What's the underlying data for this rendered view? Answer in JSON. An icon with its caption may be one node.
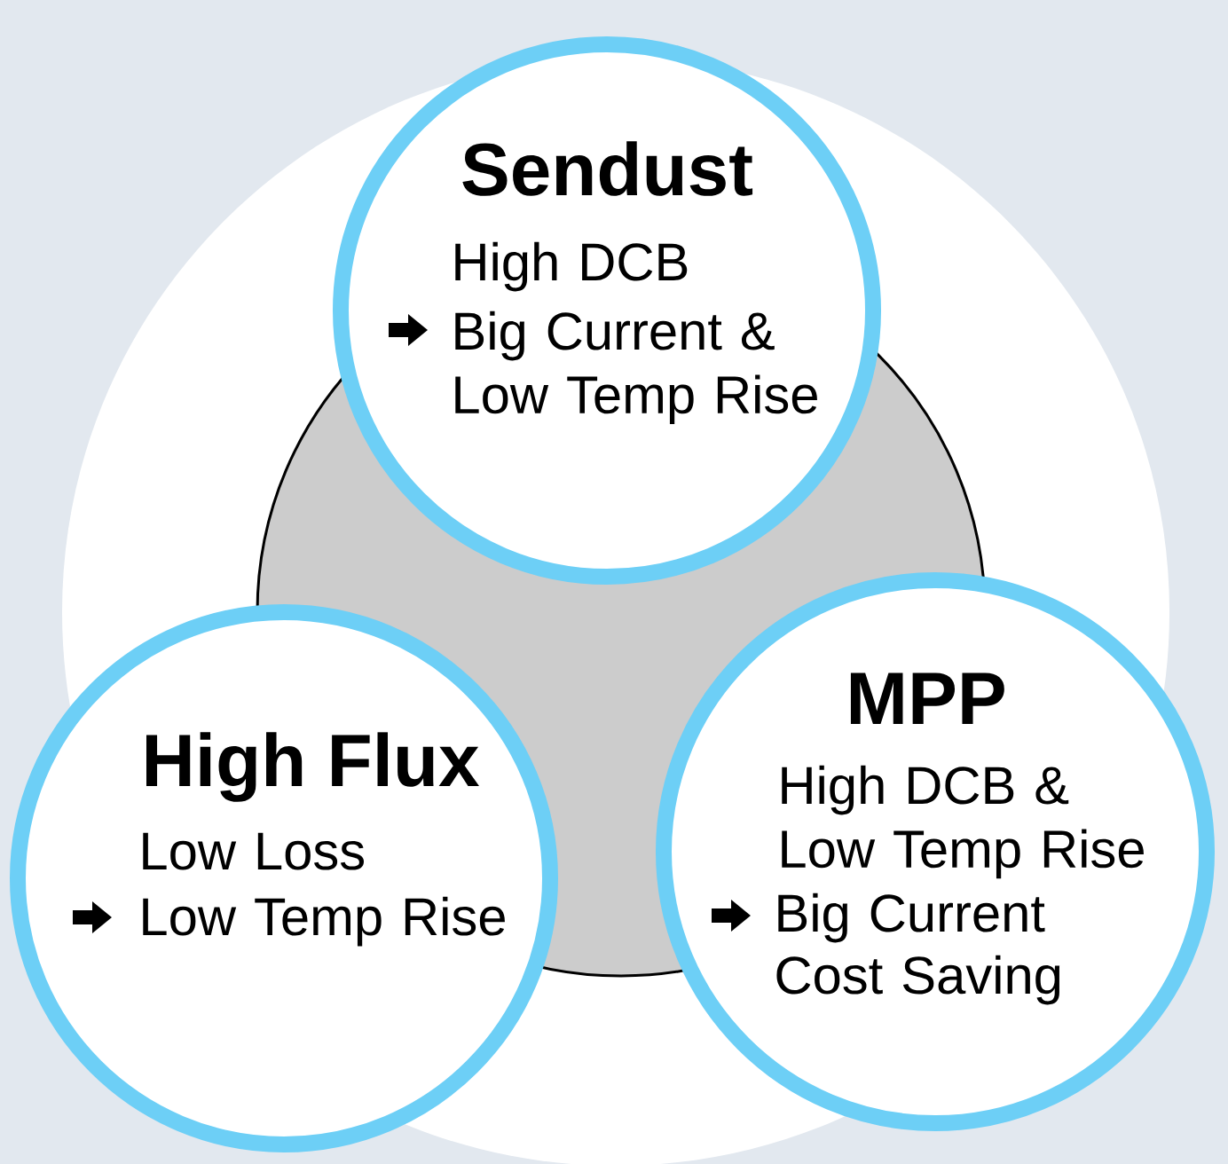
{
  "diagram": {
    "nodes": [
      {
        "text": [
          "Sendust",
          "High DCB",
          "Big Current & Low Temp Rise"
        ]
      },
      {
        "text": [
          "High Flux",
          "Low Loss",
          "Low Temp Rise"
        ]
      },
      {
        "text": [
          "MPP",
          "High DCB & Low Temp Rise",
          "Big Current",
          "Cost Saving"
        ]
      }
    ]
  }
}
